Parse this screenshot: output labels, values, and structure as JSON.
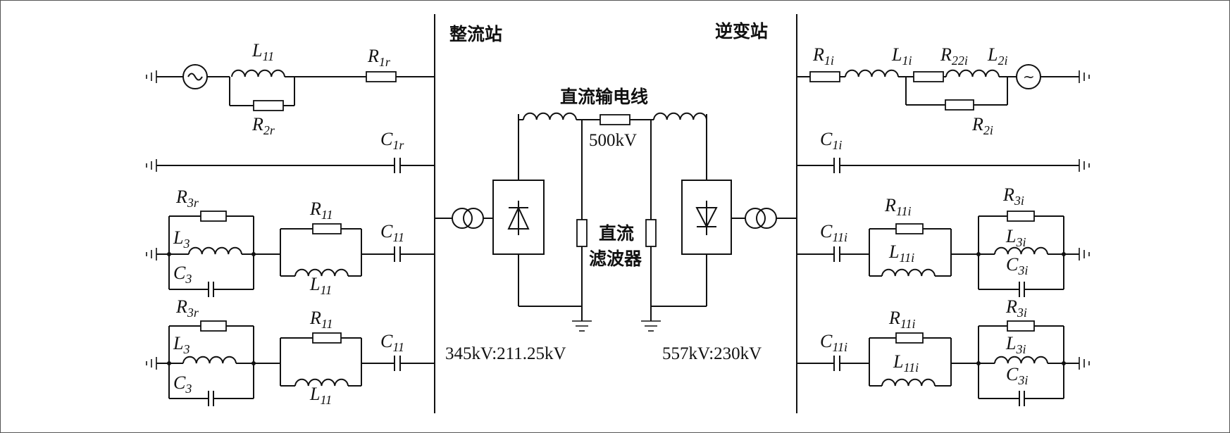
{
  "stations": {
    "rectifier": "整流站",
    "inverter": "逆变站"
  },
  "dc_line": {
    "label": "直流输电线",
    "voltage": "500kV"
  },
  "dc_filter": {
    "line1": "直流",
    "line2": "滤波器"
  },
  "transformers": {
    "rectifier_ratio": "345kV:211.25kV",
    "inverter_ratio": "557kV:230kV"
  },
  "labels": {
    "L11": {
      "main": "L",
      "sub": "11"
    },
    "R1r": {
      "main": "R",
      "sub": "1r"
    },
    "R2r": {
      "main": "R",
      "sub": "2r"
    },
    "C1r": {
      "main": "C",
      "sub": "1r"
    },
    "R3r": {
      "main": "R",
      "sub": "3r"
    },
    "L3": {
      "main": "L",
      "sub": "3"
    },
    "C3": {
      "main": "C",
      "sub": "3"
    },
    "R11": {
      "main": "R",
      "sub": "11"
    },
    "C11": {
      "main": "C",
      "sub": "11"
    },
    "R1i": {
      "main": "R",
      "sub": "1i"
    },
    "L1i": {
      "main": "L",
      "sub": "1i"
    },
    "R22i": {
      "main": "R",
      "sub": "22i"
    },
    "L2i": {
      "main": "L",
      "sub": "2i"
    },
    "R2i": {
      "main": "R",
      "sub": "2i"
    },
    "C1i": {
      "main": "C",
      "sub": "1i"
    },
    "C11i": {
      "main": "C",
      "sub": "11i"
    },
    "R11i": {
      "main": "R",
      "sub": "11i"
    },
    "L11i": {
      "main": "L",
      "sub": "11i"
    },
    "R3i": {
      "main": "R",
      "sub": "3i"
    },
    "L3i": {
      "main": "L",
      "sub": "3i"
    },
    "C3i": {
      "main": "C",
      "sub": "3i"
    }
  },
  "ac_source_symbol": "~"
}
